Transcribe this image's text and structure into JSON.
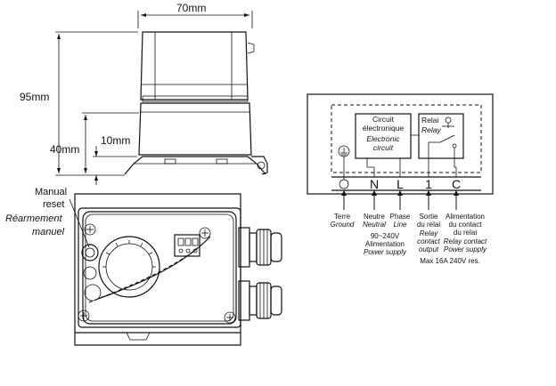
{
  "dimensions": {
    "width": "70mm",
    "height": "95mm",
    "lower_height": "40mm",
    "foot_height": "10mm"
  },
  "manual_reset": {
    "en_line1": "Manual",
    "en_line2": "reset",
    "fr_line1": "Réarmement",
    "fr_line2": "manuel"
  },
  "wiring": {
    "circuit_box": {
      "fr_line1": "Circuit",
      "fr_line2": "électronique",
      "en_line1": "Electronic",
      "en_line2": "circuit"
    },
    "relay_box": {
      "fr": "Relai",
      "en": "Relay"
    },
    "terminals": [
      "N",
      "L",
      "1",
      "C"
    ],
    "labels": {
      "earth_fr": "Terre",
      "earth_en": "Ground",
      "neutral_fr": "Neutre",
      "neutral_en": "Neutral",
      "phase_fr": "Phase",
      "phase_en": "Line",
      "output_fr_1": "Sortie",
      "output_fr_2": "du relai",
      "output_en_1": "Relay",
      "output_en_2": "contact",
      "output_en_3": "output",
      "supply_fr_1": "Alimentation",
      "supply_fr_2": "du contact",
      "supply_fr_3": "du relai",
      "supply_en_1": "Relay contact",
      "supply_en_2": "Power supply",
      "voltage": "90~240V",
      "power_fr": "Alimentation",
      "power_en": "Power supply",
      "max": "Max 16A 240V res."
    }
  }
}
